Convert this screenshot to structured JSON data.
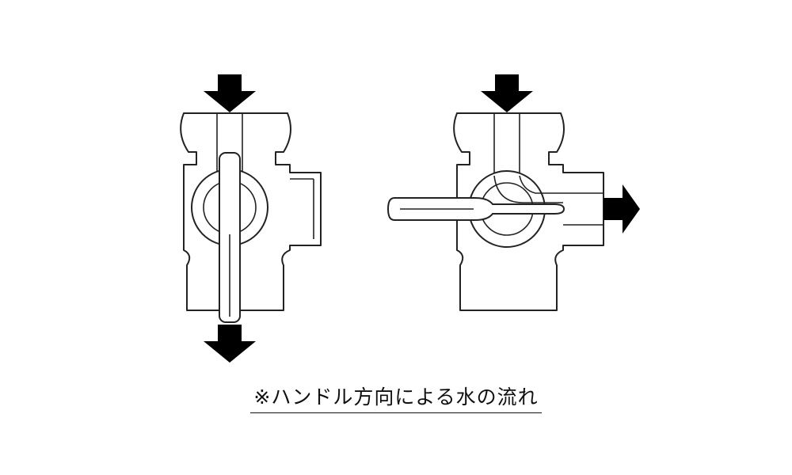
{
  "caption": "※ハンドル方向による水の流れ",
  "colors": {
    "line": "#222222",
    "arrow": "#000000",
    "background": "#ffffff"
  },
  "valves": [
    {
      "position": "left",
      "handle_orientation": "vertical",
      "flow_in": "top",
      "flow_out": "bottom"
    },
    {
      "position": "right",
      "handle_orientation": "horizontal",
      "flow_in": "top",
      "flow_out": "right"
    }
  ]
}
